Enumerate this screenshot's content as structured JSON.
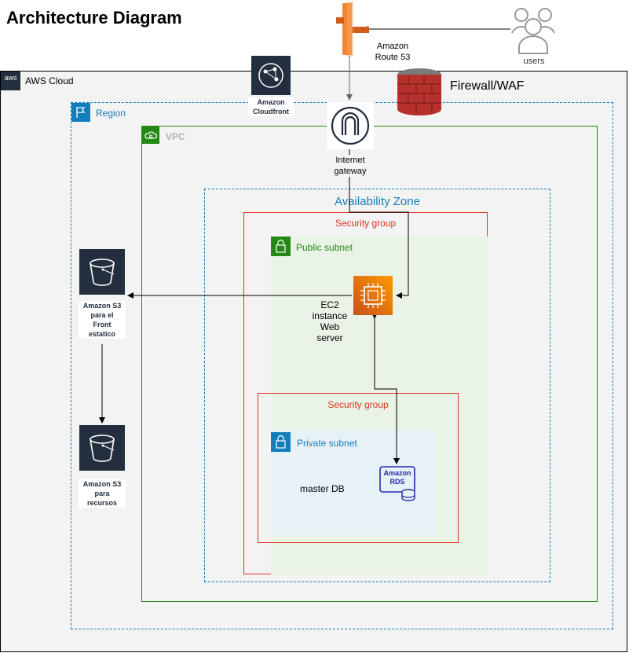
{
  "title": "Architecture Diagram",
  "containers": {
    "aws_cloud": "AWS Cloud",
    "aws_logo": "aws",
    "region": "Region",
    "vpc": "VPC",
    "availability_zone": "Availability Zone",
    "security_group_public": "Security group",
    "public_subnet": "Public subnet",
    "security_group_private": "Security group",
    "private_subnet": "Private subnet"
  },
  "nodes": {
    "route53": "Amazon\nRoute 53",
    "users": "users",
    "cloudfront": "Amazon\nCloudfront",
    "firewall": "Firewall/WAF",
    "internet_gateway": "Internet\ngateway",
    "ec2": "EC2\ninstance\nWeb\nserver",
    "s3_front": "Amazon S3\npara el\nFront\nestatico",
    "s3_resources": "Amazon S3\npara\nrecursos",
    "rds_icon_text": "Amazon\nRDS",
    "master_db": "master DB"
  },
  "colors": {
    "aws_dark": "#232f3e",
    "region_blue": "#147eba",
    "vpc_green": "#248814",
    "security_red": "#dd3522",
    "ec2_orange": "#ed7100",
    "route53_orange": "#f58534",
    "rds_blue": "#2e27ad",
    "firewall_red": "#b7312c"
  },
  "icons": [
    "aws-logo-icon",
    "region-flag-icon",
    "vpc-cloud-icon",
    "route53-icon",
    "users-icon",
    "cloudfront-icon",
    "firewall-icon",
    "internet-gateway-icon",
    "ec2-icon",
    "s3-bucket-icon",
    "rds-icon",
    "lock-icon"
  ]
}
